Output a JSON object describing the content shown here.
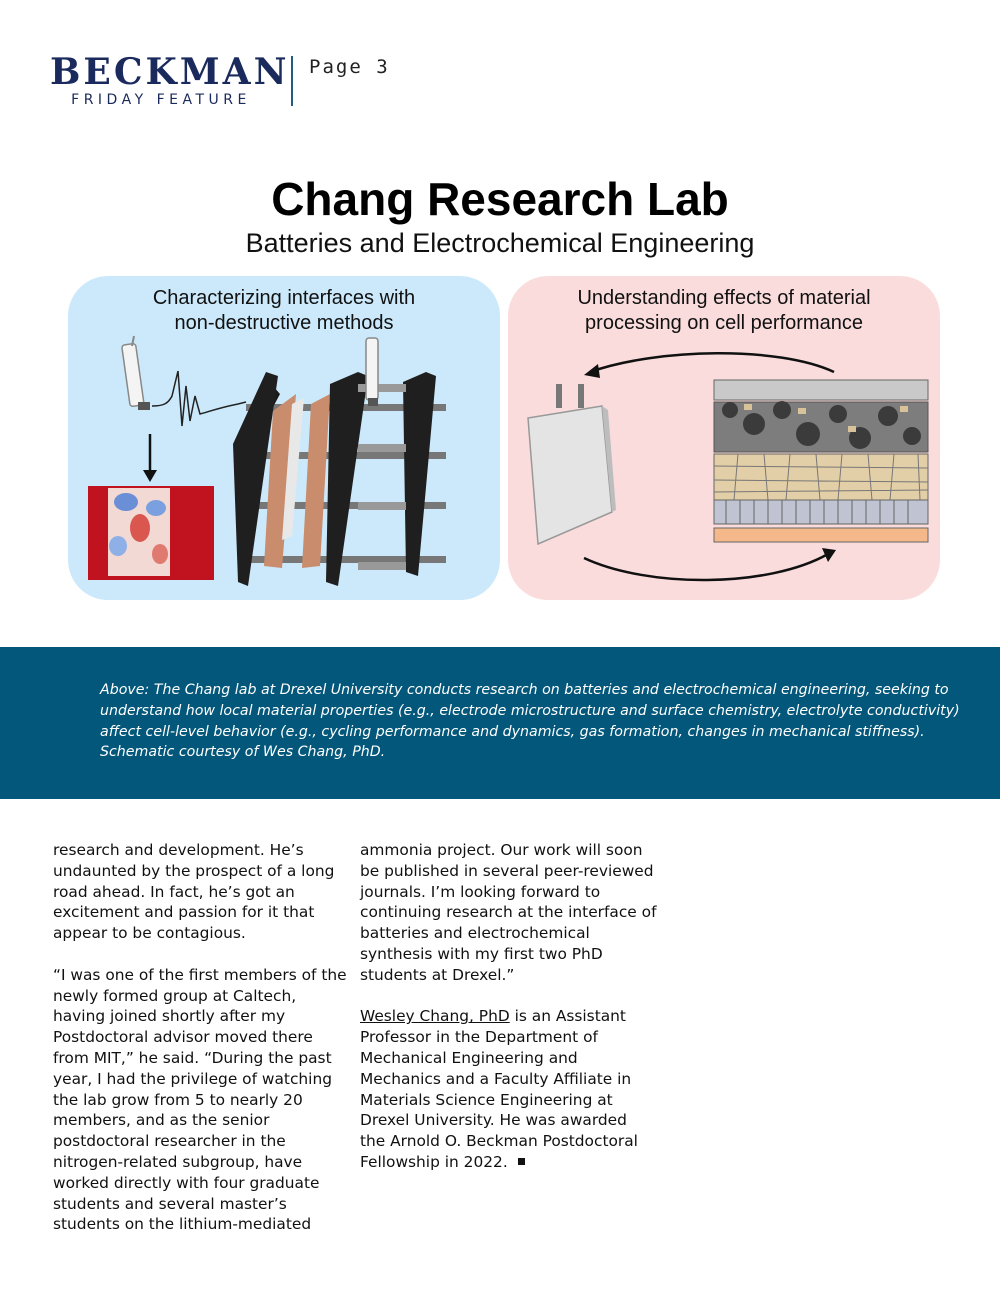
{
  "masthead": {
    "brand": "BECKMAN",
    "tagline": "FRIDAY FEATURE",
    "page_label": "Page 3"
  },
  "figure": {
    "title": "Chang Research Lab",
    "subtitle": "Batteries and Electrochemical Engineering",
    "left_panel": {
      "heading_lines": [
        "Characterizing interfaces with",
        "non-destructive methods"
      ]
    },
    "right_panel": {
      "heading_lines": [
        "Understanding effects of material",
        "processing on cell performance"
      ]
    },
    "colors": {
      "left_panel_bg": "#cbe9fb",
      "right_panel_bg": "#fadcdc",
      "caption_band": "#03577a",
      "brand_navy": "#1b2a5c"
    }
  },
  "caption": {
    "lines": [
      "Above: The Chang lab at Drexel University conducts research on batteries and electrochemical engineering, seeking to",
      "understand how local material properties (e.g., electrode microstructure and surface chemistry, electrolyte conductivity)",
      "affect cell-level behavior (e.g., cycling performance and dynamics, gas formation, changes in mechanical stiffness).",
      "Schematic courtesy of Wes Chang, PhD."
    ]
  },
  "column1": {
    "para1": [
      "research and development. He’s",
      "undaunted by the prospect of a long",
      "road ahead. In fact, he’s got an",
      "excitement and passion for it that",
      "appear to be contagious."
    ],
    "para2": [
      "“I was one of the first members of the",
      "newly formed group at Caltech,",
      "having joined shortly after my",
      "Postdoctoral advisor moved there",
      "from MIT,” he said. “During the past",
      "year, I had the privilege of watching",
      "the lab grow from 5 to nearly 20",
      "members, and as the senior",
      "postdoctoral researcher in the",
      "nitrogen-related subgroup, have",
      "worked directly with four graduate",
      "students and several master’s",
      "students on the lithium-mediated"
    ]
  },
  "column2": {
    "para1": [
      "ammonia project. Our work will soon",
      "be published in several peer-reviewed",
      "journals. I’m looking forward to",
      "continuing research at the interface of",
      "batteries and electrochemical",
      "synthesis with my first two PhD",
      "students at Drexel.”"
    ],
    "bio_link": "Wesley Chang, PhD",
    "bio_first_rest": " is an Assistant",
    "bio_lines": [
      "Professor in the Department of",
      "Mechanical Engineering and",
      "Mechanics and a Faculty Affiliate in",
      "Materials Science Engineering at",
      "Drexel University. He was awarded",
      "the Arnold O. Beckman Postdoctoral"
    ],
    "bio_last": "Fellowship in 2022."
  }
}
